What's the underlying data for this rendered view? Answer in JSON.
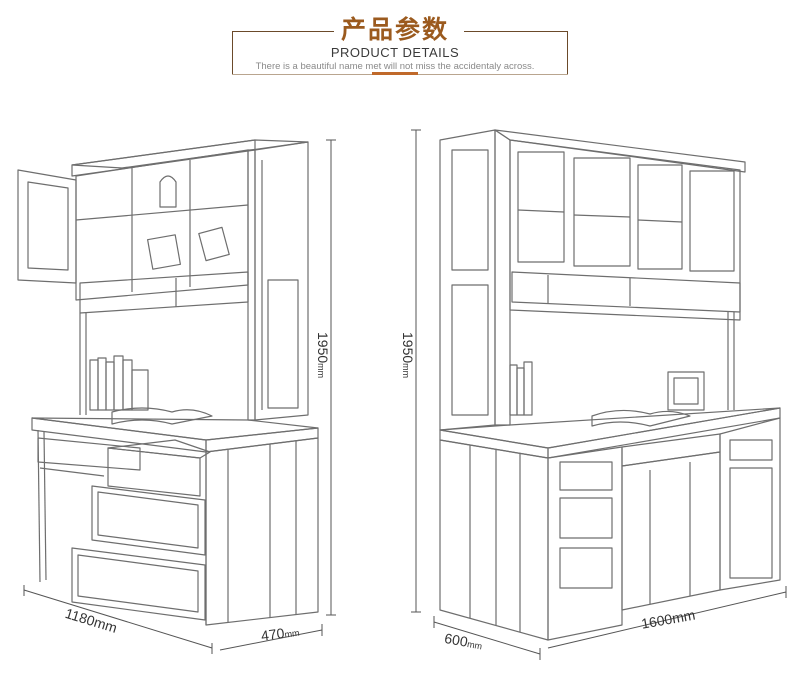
{
  "header": {
    "title_cn": "产品参数",
    "title_en": "PRODUCT DETAILS",
    "subtitle": "There is a beautiful name met will not miss the accidentaly across."
  },
  "dimensions": {
    "left_width": {
      "value": "1180",
      "unit": "mm"
    },
    "left_depth": {
      "value": "470",
      "unit": "mm"
    },
    "left_height": {
      "value": "1950",
      "unit": "mm"
    },
    "right_height": {
      "value": "1950",
      "unit": "mm"
    },
    "right_depth": {
      "value": "600",
      "unit": "mm"
    },
    "right_width": {
      "value": "1600",
      "unit": "mm"
    }
  },
  "colors": {
    "title": "#9b5a1e",
    "accent": "#c0692a",
    "frame": "#6b4a2a",
    "sketch": "#6e6e6e"
  }
}
